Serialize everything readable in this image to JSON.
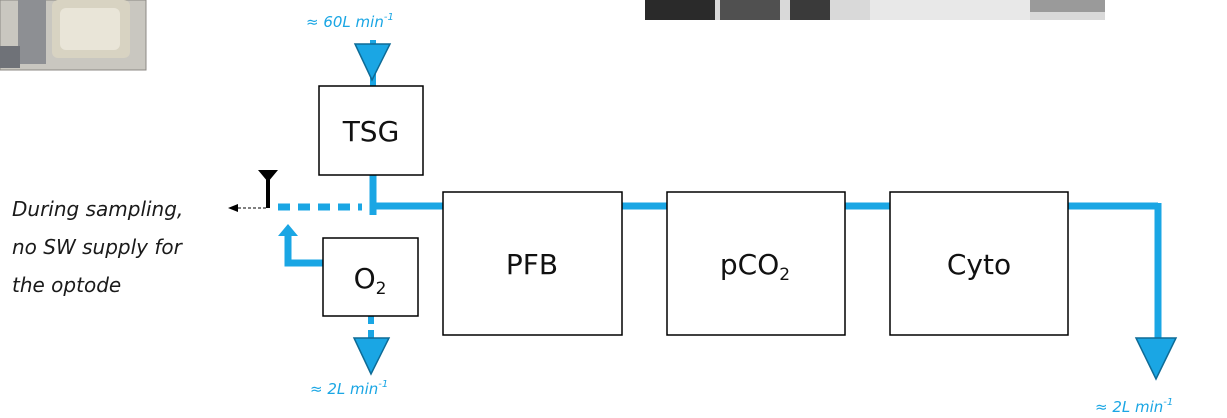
{
  "colors": {
    "pipe": "#1aa6e4",
    "box_stroke": "#000000",
    "text": "#111111"
  },
  "boxes": {
    "tsg": "TSG",
    "o2": "O",
    "o2_sub": "2",
    "pfb": "PFB",
    "pco2": "pCO",
    "pco2_sub": "2",
    "cyto": "Cyto"
  },
  "flows": {
    "inlet_base": "≈ 60L min",
    "inlet_sup": "-1",
    "o2_outlet_base": "≈ 2L min",
    "o2_outlet_sup": "-1",
    "final_outlet_base": "≈ 2L min",
    "final_outlet_sup": "-1"
  },
  "note": {
    "line1": "During sampling,",
    "line2": "no SW supply for",
    "line3": "the optode"
  },
  "icons": [
    "valve-icon",
    "arrow-left-icon",
    "flow-triangle-icon",
    "photo-thumbnail"
  ]
}
